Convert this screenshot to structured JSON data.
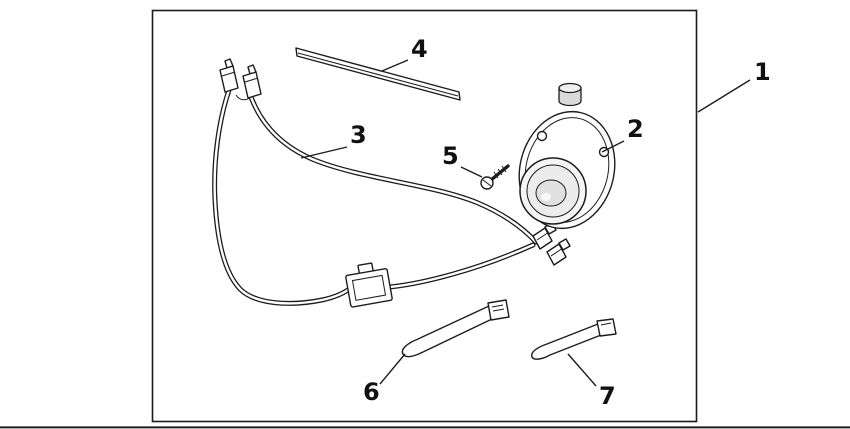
{
  "figure": {
    "background": "#ffffff",
    "ink": "#1c1c1c",
    "shade_light": "#ededed",
    "shade_mid": "#d9d9d9",
    "callouts": {
      "kit": "1",
      "speaker": "2",
      "wire_harness": "3",
      "trim_strip": "4",
      "screw": "5",
      "cable_tie_large": "6",
      "cable_tie_small": "7"
    }
  }
}
